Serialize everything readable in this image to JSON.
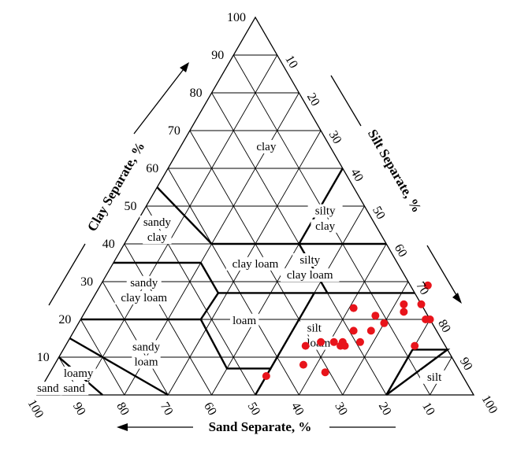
{
  "chart_data": {
    "type": "scatter",
    "diagram": "ternary",
    "axes": {
      "clay": {
        "title": "Clay Separate, %",
        "ticks": [
          "10",
          "20",
          "30",
          "40",
          "50",
          "60",
          "70",
          "80",
          "90",
          "100"
        ]
      },
      "silt": {
        "title": "Silt Separate, %",
        "ticks": [
          "10",
          "20",
          "30",
          "40",
          "50",
          "60",
          "70",
          "80",
          "90",
          "100"
        ]
      },
      "sand": {
        "title": "Sand Separate, %",
        "ticks": [
          "100",
          "90",
          "80",
          "70",
          "60",
          "50",
          "40",
          "30",
          "20",
          "10"
        ]
      }
    },
    "regions": [
      {
        "name": "clay",
        "label": "clay"
      },
      {
        "name": "silty-clay",
        "label_lines": [
          "silty",
          "clay"
        ]
      },
      {
        "name": "sandy-clay",
        "label_lines": [
          "sandy",
          "clay"
        ]
      },
      {
        "name": "clay-loam",
        "label": "clay loam"
      },
      {
        "name": "silty-clay-loam",
        "label_lines": [
          "silty",
          "clay loam"
        ]
      },
      {
        "name": "sandy-clay-loam",
        "label_lines": [
          "sandy",
          "clay loam"
        ]
      },
      {
        "name": "loam",
        "label": "loam"
      },
      {
        "name": "silt-loam",
        "label_lines": [
          "silt",
          "loam"
        ]
      },
      {
        "name": "sandy-loam",
        "label_lines": [
          "sandy",
          "loam"
        ]
      },
      {
        "name": "loamy-sand",
        "label_lines": [
          "loamy",
          "sand"
        ]
      },
      {
        "name": "sand",
        "label": "sand"
      },
      {
        "name": "silt",
        "label": "silt"
      }
    ],
    "point_color": "#e8141b",
    "points": [
      {
        "clay": 14,
        "silt": 67
      },
      {
        "clay": 17,
        "silt": 64
      },
      {
        "clay": 17,
        "silt": 68
      },
      {
        "clay": 23,
        "silt": 61
      },
      {
        "clay": 21,
        "silt": 67
      },
      {
        "clay": 19,
        "silt": 70
      },
      {
        "clay": 22,
        "silt": 73
      },
      {
        "clay": 24,
        "silt": 76
      },
      {
        "clay": 20,
        "silt": 79
      },
      {
        "clay": 20,
        "silt": 80
      },
      {
        "clay": 24,
        "silt": 72
      },
      {
        "clay": 29,
        "silt": 75
      },
      {
        "clay": 14,
        "silt": 58
      },
      {
        "clay": 13,
        "silt": 55
      },
      {
        "clay": 14,
        "silt": 61
      },
      {
        "clay": 13,
        "silt": 63
      },
      {
        "clay": 14,
        "silt": 63
      },
      {
        "clay": 13,
        "silt": 64
      },
      {
        "clay": 8,
        "silt": 57
      },
      {
        "clay": 6,
        "silt": 63
      },
      {
        "clay": 5,
        "silt": 50
      },
      {
        "clay": 13,
        "silt": 80
      }
    ]
  }
}
